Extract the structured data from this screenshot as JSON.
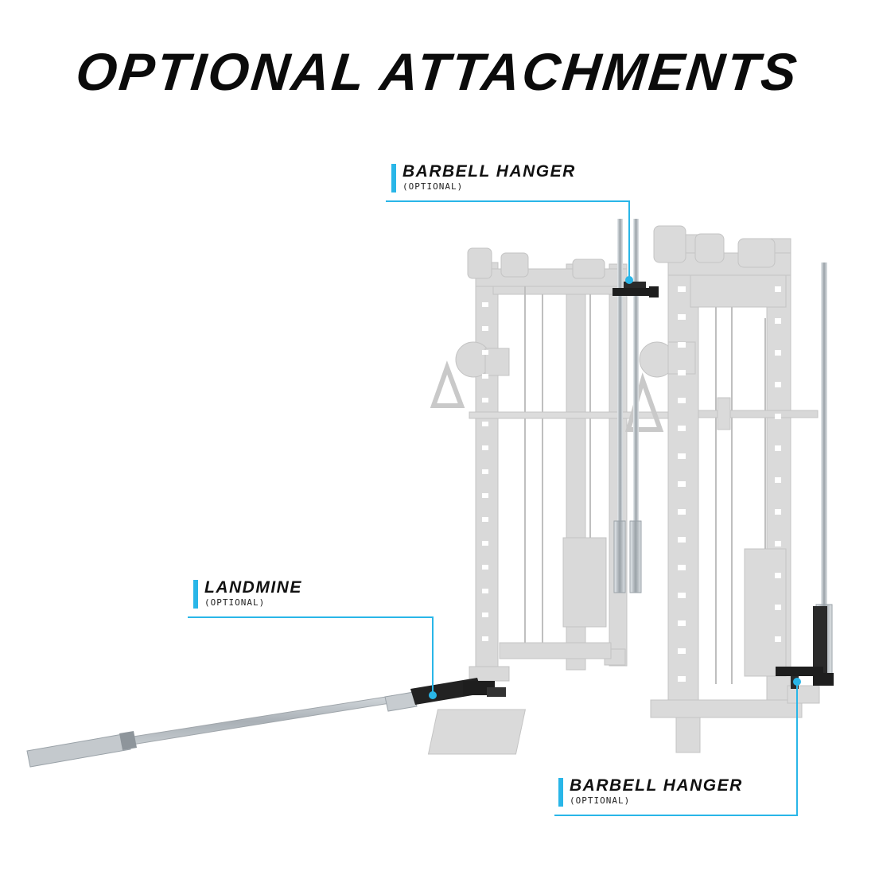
{
  "title": "OPTIONAL ATTACHMENTS",
  "callouts": [
    {
      "id": "barbell-hanger-top",
      "label": "BARBELL HANGER",
      "sublabel": "(OPTIONAL)"
    },
    {
      "id": "landmine",
      "label": "LANDMINE",
      "sublabel": "(OPTIONAL)"
    },
    {
      "id": "barbell-hanger-bottom",
      "label": "BARBELL HANGER",
      "sublabel": "(OPTIONAL)"
    }
  ],
  "colors": {
    "accent": "#29b6e8",
    "frame": "#d6d6d6",
    "frame_dark": "#bdbdbd",
    "attachment": "#1e1e1e",
    "bar_steel": "#b9bfc4",
    "text": "#111111"
  }
}
